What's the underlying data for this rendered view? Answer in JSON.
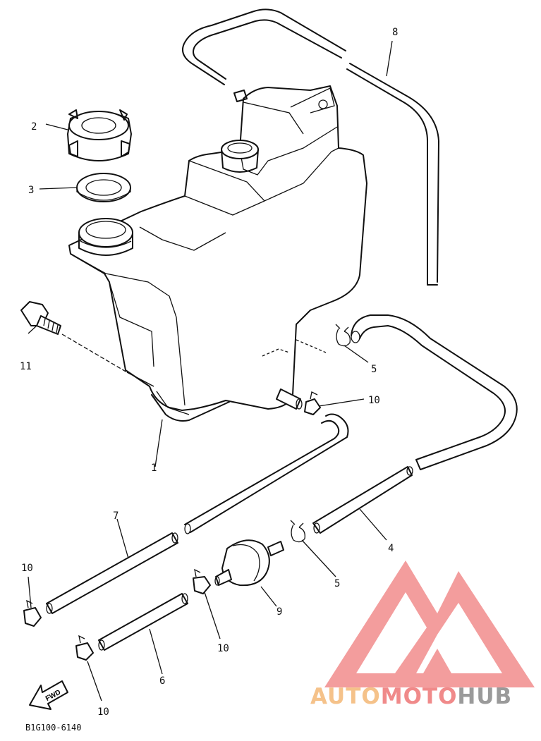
{
  "diagram": {
    "part_code": "B1G100-6140",
    "fwd_label": "FWD",
    "callouts": {
      "c1": "1",
      "c2": "2",
      "c3": "3",
      "c4": "4",
      "c5a": "5",
      "c5b": "5",
      "c6": "6",
      "c7": "7",
      "c8": "8",
      "c9": "9",
      "c10a": "10",
      "c10b": "10",
      "c10c": "10",
      "c10d": "10",
      "c11": "11"
    }
  },
  "watermark": {
    "part1": "AUTO",
    "part2": "MOTO",
    "part3": "HUB",
    "colors": {
      "auto": "#f5c28a",
      "moto": "#f08a8a",
      "hub": "#9a9a9a",
      "logo": "#f07a7a"
    }
  }
}
